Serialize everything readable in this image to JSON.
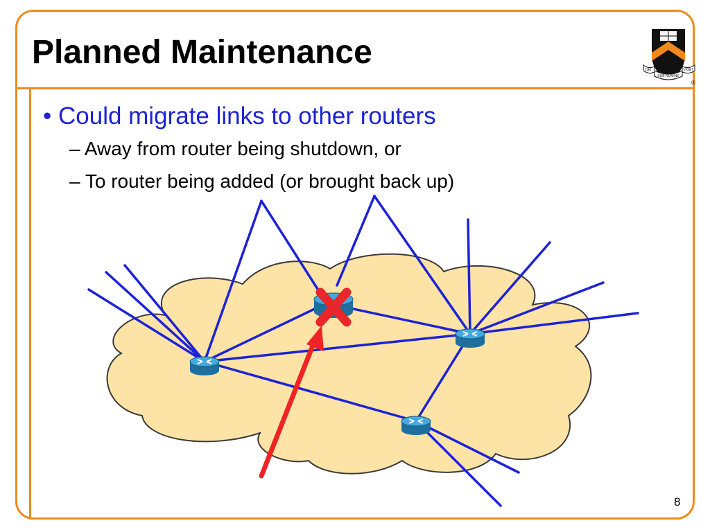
{
  "slide": {
    "title": "Planned Maintenance",
    "bullet": "Could migrate links to other routers",
    "subbullets": [
      "Away from router being shutdown, or",
      "To router being added (or brought back up)"
    ],
    "page_number": "8"
  },
  "logo": {
    "motto_left": "DEI",
    "motto_center": "SUB NUMINE",
    "motto_right": "VIGET",
    "registered": "®"
  },
  "colors": {
    "accent": "#f08a1c",
    "bullet_text": "#1c22d6",
    "link": "#1c22d6",
    "cloud_fill": "#fde3a6",
    "cloud_stroke": "#3a3a3a",
    "router": "#2e8fc4",
    "failure_mark": "#e8262b",
    "arrow": "#ee2424"
  },
  "icons": [
    "router-icon",
    "failure-x-icon",
    "shield-logo-icon"
  ]
}
